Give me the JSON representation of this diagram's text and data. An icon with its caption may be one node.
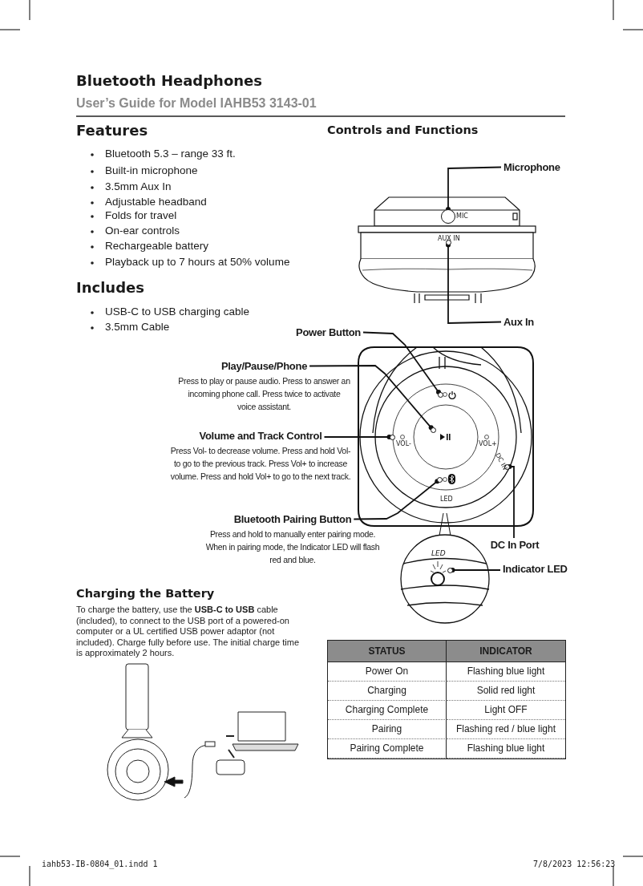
{
  "diagram": {
    "title": "Bluetooth Headphones",
    "nodes": [
      {
        "text": [
          "Microphone"
        ]
      },
      {
        "text": [],
        "shape": "circle"
      },
      {
        "text": [
          "Aux In"
        ]
      },
      {
        "text": [],
        "shape": "circle"
      },
      {
        "text": [
          "Power Button"
        ]
      },
      {
        "text": [],
        "shape": "circle"
      },
      {
        "text": [
          "Play/Pause/Phone",
          "Press to play or pause audio. Press to answer an incoming phone call. Press twice to activate voice assistant."
        ]
      },
      {
        "text": [],
        "shape": "circle"
      },
      {
        "text": [
          "Volume and Track Control",
          "Press Vol- to decrease volume. Press and hold Vol- to go to the previous track. Press Vol+ to increase volume. Press and hold Vol+ to go to the next track."
        ]
      },
      {
        "text": [],
        "shape": "circle"
      },
      {
        "text": [
          "Bluetooth Pairing Button",
          "Press and hold to manually enter pairing mode. When in pairing mode, the Indicator LED will flash red and blue."
        ]
      },
      {
        "text": [],
        "shape": "circle"
      },
      {
        "text": [
          "DC In Port"
        ]
      },
      {
        "text": [],
        "shape": "circle"
      },
      {
        "text": [
          "Indicator LED"
        ]
      },
      {
        "text": [],
        "shape": "circle"
      }
    ],
    "edges": [
      {
        "from": 0,
        "to": 1,
        "arrow": "other"
      },
      {
        "from": 2,
        "to": 3,
        "arrow": "other"
      },
      {
        "from": 4,
        "to": 5,
        "arrow": "other"
      },
      {
        "from": 6,
        "to": 7,
        "arrow": "other"
      },
      {
        "from": 8,
        "to": 9,
        "arrow": "other"
      },
      {
        "from": 10,
        "to": 11,
        "arrow": "other"
      },
      {
        "from": 12,
        "to": 13,
        "arrow": "other"
      },
      {
        "from": 14,
        "to": 15,
        "arrow": "other"
      }
    ],
    "labels": [
      "User’s Guide for Model IAHB53 3143-01",
      "Features",
      "Bluetooth 5.3 – range 33 ft.",
      "Built-in microphone",
      "3.5mm Aux In",
      "Adjustable headband",
      "Folds for travel",
      "On-ear controls",
      "Rechargeable battery",
      "Playback up to 7 hours at 50% volume",
      "Includes",
      "USB-C to USB charging cable",
      "3.5mm Cable",
      "Controls and Functions",
      "MIC",
      "AUX IN",
      "VOL-",
      "VOL+",
      "DC IN",
      "LED",
      "LED",
      "Charging the Battery",
      "To charge the battery, use the **USB-C to USB** cable (included), to connect to the USB port of a powered-on computer or a UL certified USB power adaptor (not included). Charge fully before use. The initial charge time is approximately 2 hours.",
      "STATUS",
      "INDICATOR",
      "Power On",
      "Flashing blue light",
      "Charging",
      "Solid red light",
      "Charging Complete",
      "Light OFF",
      "Pairing",
      "Flashing red / blue light",
      "Pairing Complete",
      "Flashing blue light",
      "iahb53-IB-0804_01.indd   1",
      "7/8/2023   12:56:23"
    ]
  }
}
